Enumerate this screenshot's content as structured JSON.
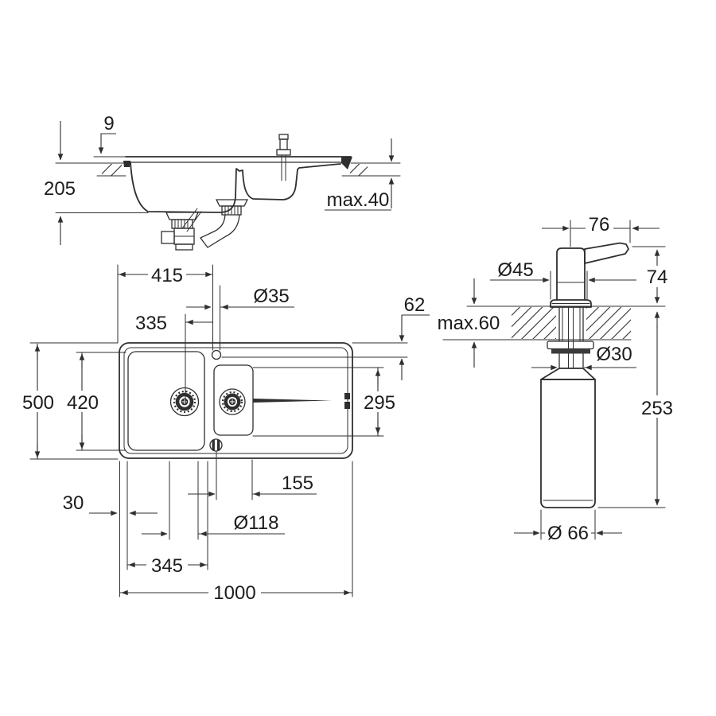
{
  "title": "Sink and soap dispenser dimension drawing",
  "colors": {
    "line": "#2f2f2f",
    "text": "#1c1c1c",
    "background": "#ffffff"
  },
  "side_view": {
    "rim_height": "9",
    "bowl_depth": "205",
    "counter_thickness_max": "max.40"
  },
  "top_view": {
    "faucet_offset": "415",
    "faucet_hole_diameter": "Ø35",
    "drain_offset": "335",
    "faucet_edge_distance": "62",
    "overall_width": "500",
    "bowl_width": "420",
    "drainboard_span": "295",
    "overflow_offset": "155",
    "edge_margin": "30",
    "drain_diameter": "Ø118",
    "bowl_length": "345",
    "overall_length": "1000"
  },
  "dispenser": {
    "spout_reach": "76",
    "flange_diameter": "Ø45",
    "height_above_counter": "74",
    "counter_thickness_max": "max.60",
    "shank_diameter": "Ø30",
    "bottle_height": "253",
    "bottle_diameter": "Ø 66"
  }
}
